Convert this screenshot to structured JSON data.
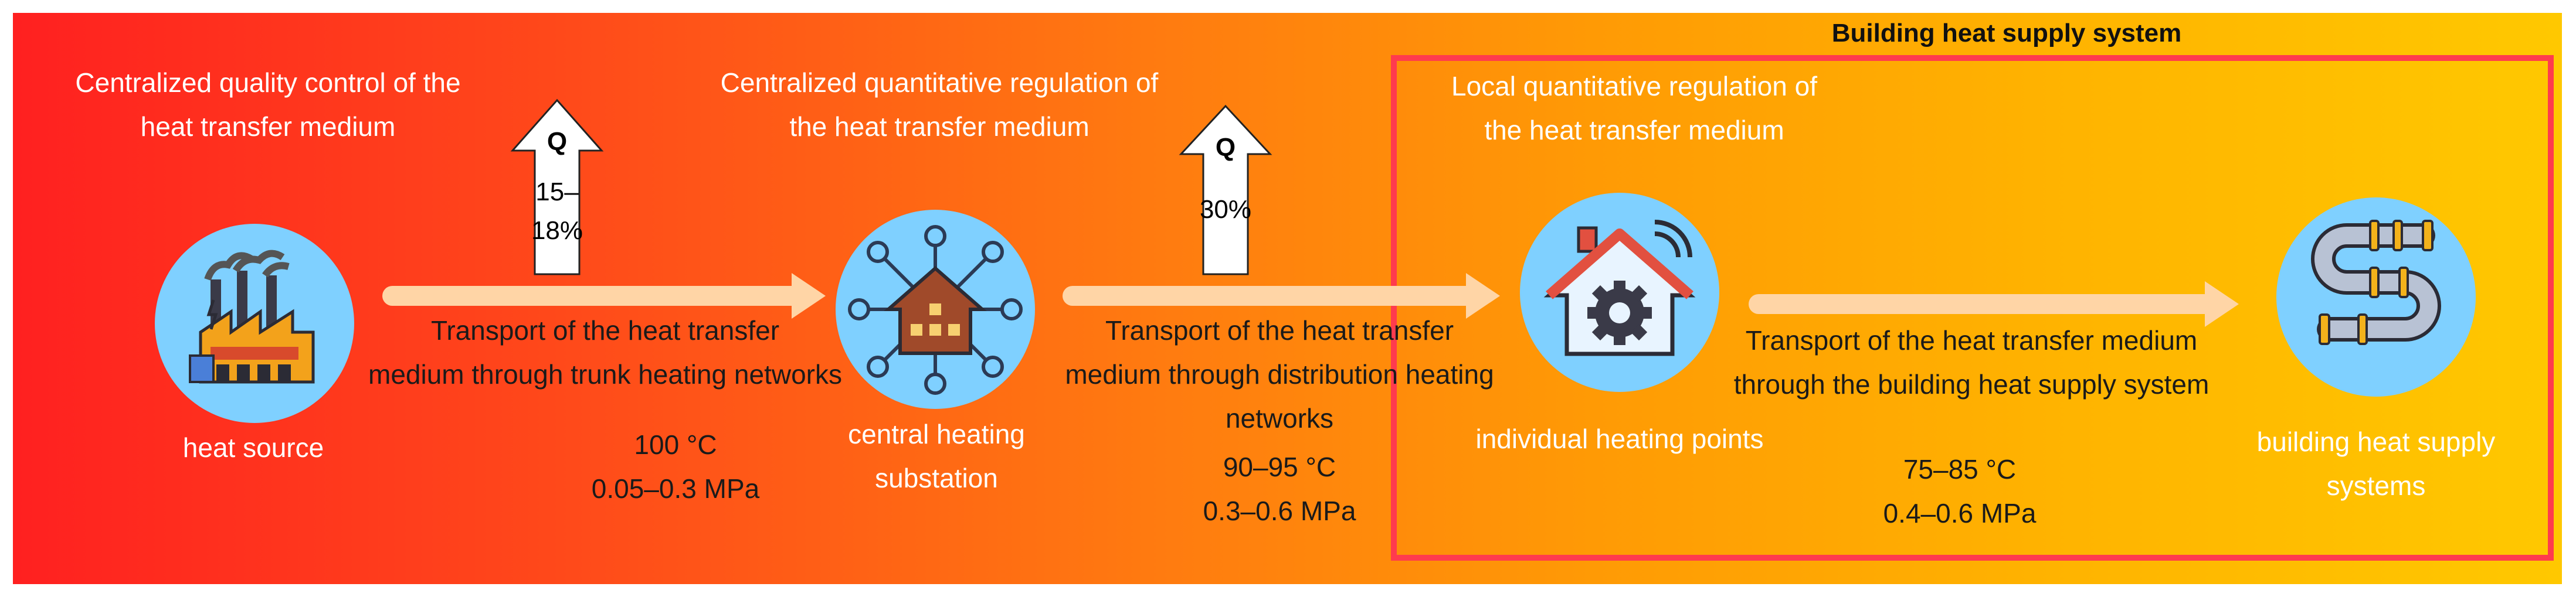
{
  "box": {
    "title": "Building heat supply system",
    "border_color": "#ff3b4e"
  },
  "colors": {
    "gradient_start": "#ff2020",
    "gradient_end": "#ffc800",
    "arrow": "#ffd5a6",
    "icon_circle": "#7fd0ff"
  },
  "regulation": {
    "source": [
      "Centralized quality control of the",
      "heat transfer medium"
    ],
    "substation": [
      "Centralized quantitative regulation of",
      "the heat transfer medium"
    ],
    "local": [
      "Local quantitative regulation of",
      "the heat transfer medium"
    ]
  },
  "q_arrows": [
    {
      "label": "Q",
      "value_lines": [
        "15–",
        "18%"
      ]
    },
    {
      "label": "Q",
      "value_lines": [
        "30%"
      ]
    }
  ],
  "nodes": [
    {
      "icon": "factory-icon",
      "label_lines": [
        "heat source"
      ]
    },
    {
      "icon": "network-house-icon",
      "label_lines": [
        "central heating",
        "substation"
      ]
    },
    {
      "icon": "smart-home-gear-icon",
      "label_lines": [
        "individual heating points"
      ]
    },
    {
      "icon": "pipes-icon",
      "label_lines": [
        "building heat supply",
        "systems"
      ]
    }
  ],
  "transports": [
    {
      "lines": [
        "Transport of the heat transfer",
        "medium through trunk heating networks"
      ],
      "params": [
        "100 °C",
        "0.05–0.3  MPa"
      ]
    },
    {
      "lines": [
        "Transport of the heat transfer",
        "medium through distribution heating",
        "networks"
      ],
      "params": [
        "90–95  °C",
        "0.3–0.6  MPa"
      ]
    },
    {
      "lines": [
        "Transport of the heat transfer medium",
        "through the building heat supply system"
      ],
      "params": [
        "75–85  °C",
        "0.4–0.6  MPa"
      ]
    }
  ]
}
